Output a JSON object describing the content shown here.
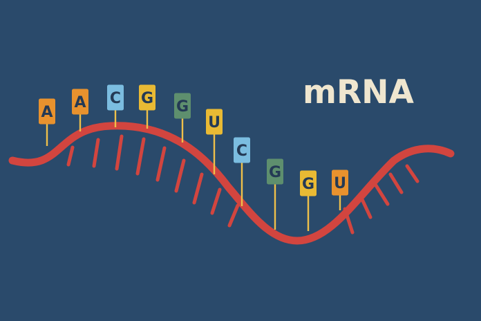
{
  "title": "mRNA",
  "colors": {
    "background": "#2a4a6b",
    "strand": "#d2453f",
    "orange": "#e8922e",
    "blue": "#7bbde0",
    "yellow": "#e9ba34",
    "green": "#5e8f6e",
    "stick": "#efc04a",
    "title": "#efe6cf"
  },
  "nucleotides": [
    {
      "base": "A",
      "color": "orange"
    },
    {
      "base": "A",
      "color": "orange"
    },
    {
      "base": "C",
      "color": "blue"
    },
    {
      "base": "G",
      "color": "yellow"
    },
    {
      "base": "G",
      "color": "green"
    },
    {
      "base": "U",
      "color": "yellow"
    },
    {
      "base": "C",
      "color": "blue"
    },
    {
      "base": "G",
      "color": "green"
    },
    {
      "base": "G",
      "color": "yellow"
    },
    {
      "base": "U",
      "color": "orange"
    }
  ]
}
